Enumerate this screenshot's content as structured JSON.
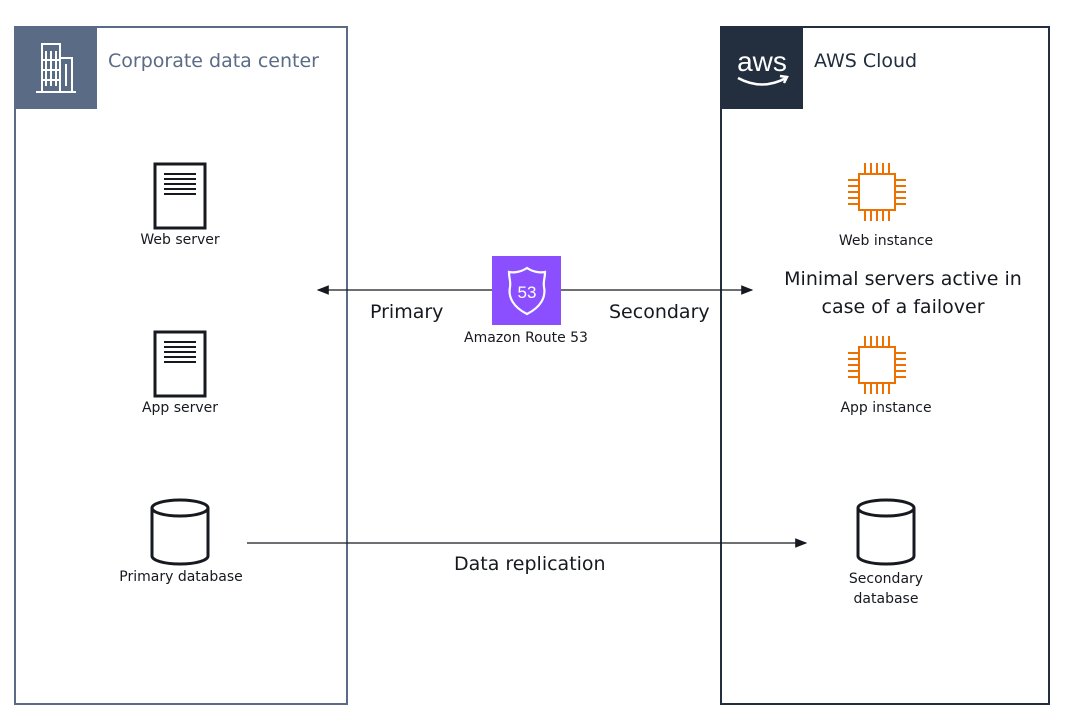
{
  "groups": {
    "corporate": {
      "label": "Corporate data center",
      "icon": "building-icon",
      "color": "#5a6b86"
    },
    "aws": {
      "label": "AWS Cloud",
      "icon": "aws-logo-icon",
      "logo_text": "aws",
      "color": "#232f3e"
    }
  },
  "nodes": {
    "web_server": "Web server",
    "app_server": "App server",
    "primary_db": "Primary database",
    "route53": "Amazon Route 53",
    "route53_badge": "53",
    "web_instance": "Web instance",
    "app_instance": "App instance",
    "secondary_db_line1": "Secondary",
    "secondary_db_line2": "database"
  },
  "labels": {
    "primary": "Primary",
    "secondary": "Secondary",
    "replication": "Data replication",
    "failover_line1": "Minimal servers active in",
    "failover_line2": "case of a failover"
  },
  "colors": {
    "route53": "#8c4fff",
    "ec2": "#ed7100",
    "line": "#16191f"
  }
}
